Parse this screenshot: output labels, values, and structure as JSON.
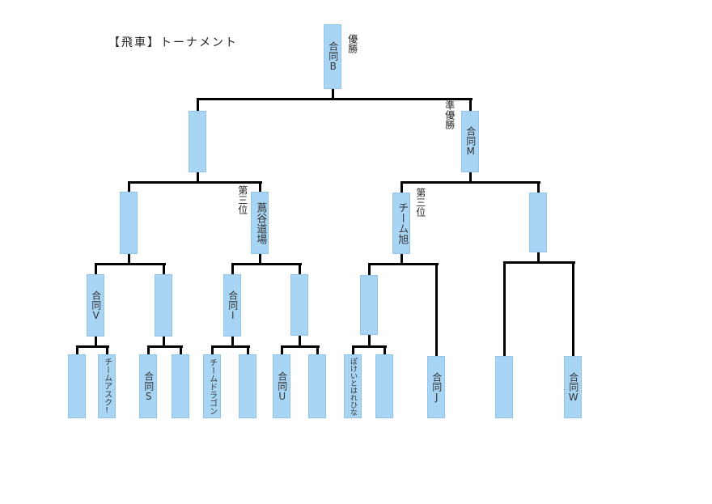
{
  "title": "【飛車】トーナメント",
  "bracket": {
    "champion": {
      "label": "合同B",
      "placement": "優勝"
    },
    "semifinal": [
      {
        "label": ""
      },
      {
        "label": "合同M",
        "placement": "準優勝"
      }
    ],
    "quarterfinal": [
      {
        "label": ""
      },
      {
        "label": "蔦谷道場",
        "placement": "第三位"
      },
      {
        "label": "チーム旭",
        "placement": "第三位"
      },
      {
        "label": ""
      }
    ],
    "round2": [
      "合同V",
      "",
      "合同I",
      "",
      ""
    ],
    "round1": [
      "",
      "チームアスク!",
      "合同S",
      "",
      "チームドラゴン",
      "",
      "合同U",
      "",
      "ぽけいとはれひな",
      "",
      "合同J",
      "",
      "合同W"
    ]
  },
  "colors": {
    "box_fill": "#a9d5f5",
    "box_border": "#93c5ea",
    "connector": "#000000",
    "text": "#333333"
  }
}
